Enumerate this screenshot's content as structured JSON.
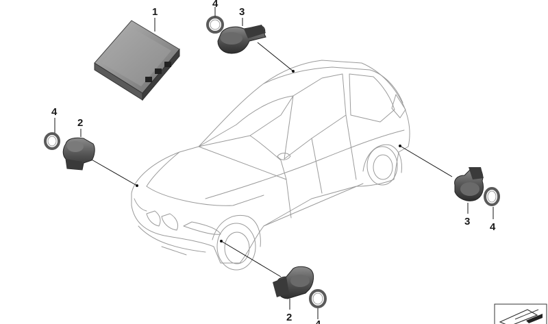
{
  "diagram": {
    "parts": [
      {
        "callout": "1",
        "name": "control unit"
      },
      {
        "callout": "2",
        "name": "sensor"
      },
      {
        "callout": "3",
        "name": "sensor"
      },
      {
        "callout": "4",
        "name": "ring"
      }
    ],
    "callouts": {
      "control_unit": "1",
      "sensor_top": "3",
      "ring_top": "4",
      "ring_left": "4",
      "sensor_left": "2",
      "sensor_right": "3",
      "ring_right": "4",
      "sensor_bottom": "2",
      "ring_bottom": "4"
    }
  }
}
